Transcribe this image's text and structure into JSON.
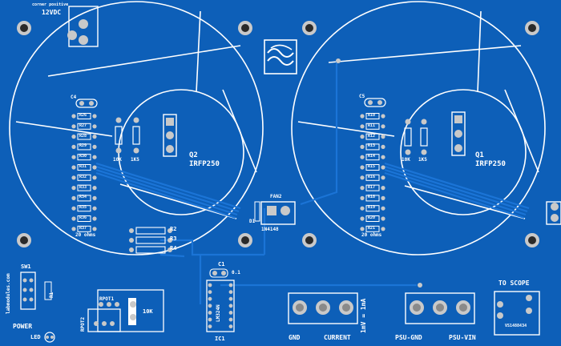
{
  "colors": {
    "board": "#0d5fb8",
    "copper": "#1569c6",
    "silk": "#ffffff",
    "pad": "#c9c9c9",
    "hole": "#2a2a2a"
  },
  "labels": {
    "corner_positive": "corner positive",
    "vdc": "12VDC",
    "q2": "Q2",
    "q2_part": "IRFP250",
    "q1": "Q1",
    "q1_part": "IRFP250",
    "left_r_10k": "10K",
    "left_r_1k5": "1K5",
    "right_r_10k": "10K",
    "right_r_1k5": "1K5",
    "ohms_left": "20 ohms",
    "ohms_right": "20 ohms",
    "fan2": "FAN2",
    "d1": "D1",
    "diode_part": "1N4148",
    "r2_val": "10K",
    "r3_val": "10K",
    "r4_val": "10K",
    "r2": "R2",
    "r3": "R3",
    "r4": "R4",
    "c1": "C1",
    "c1_val": "0.1",
    "ic1": "IC1",
    "ic_part": "LM324N",
    "sw1": "SW1",
    "power": "POWER",
    "led": "LED",
    "website": "labmodules.com",
    "rpot1": "RPOT1",
    "rpot2": "RPOT2",
    "rpot_val": "10K",
    "to_scope": "TO SCOPE",
    "gnd": "GND",
    "current": "CURRENT",
    "scale": "1mV = 1mA",
    "psu_gnd": "PSU-GND",
    "psu_vin": "PSU-VIN",
    "c4": "C4",
    "c5": "C5",
    "r1": "R1",
    "bnc_text": "VS1488434"
  },
  "resistors_left": [
    "R26",
    "R27",
    "R28",
    "R29",
    "R30",
    "R31",
    "R32",
    "R33",
    "R34",
    "R35",
    "R36",
    "R37"
  ],
  "resistors_right": [
    "R10",
    "R11",
    "R12",
    "R13",
    "R14",
    "R15",
    "R16",
    "R17",
    "R18",
    "R19",
    "R20",
    "R21"
  ]
}
